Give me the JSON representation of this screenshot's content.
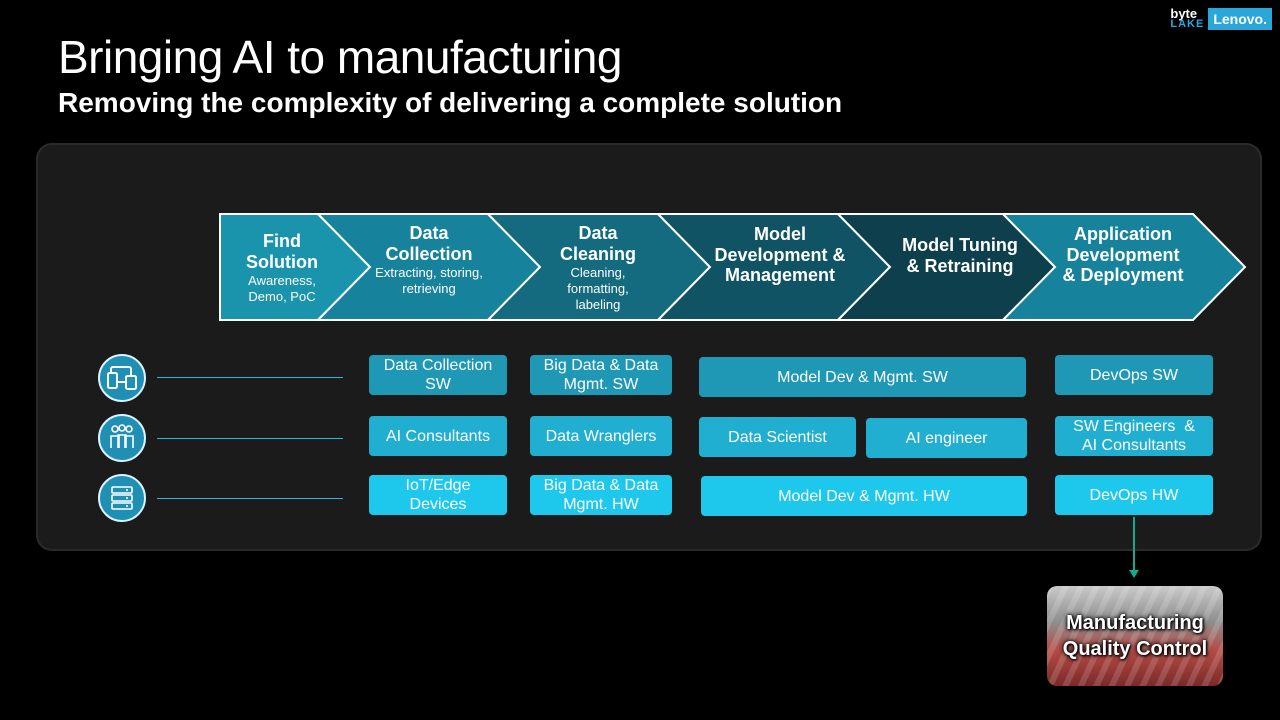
{
  "header": {
    "title": "Bringing AI to manufacturing",
    "subtitle": "Removing the complexity of delivering a complete solution"
  },
  "logos": {
    "byte": "byte",
    "lake": "LAKE",
    "lenovo": "Lenovo."
  },
  "colors": {
    "step_dark": "#0d3f4c",
    "step_mid": "#146a7e",
    "step_light": "#1a93ad",
    "row_sw": "#1f98b6",
    "row_people": "#20aed1",
    "row_hw": "#1ec8ed",
    "connector": "#1aa88d"
  },
  "steps": [
    {
      "title": "Find Solution",
      "desc": "Awareness, Demo, PoC"
    },
    {
      "title": "Data Collection",
      "desc": "Extracting, storing, retrieving"
    },
    {
      "title": "Data Cleaning",
      "desc": "Cleaning, formatting, labeling"
    },
    {
      "title": "Model Development & Management",
      "desc": ""
    },
    {
      "title": "Model Tuning & Retraining",
      "desc": ""
    },
    {
      "title": "Application Development & Deployment",
      "desc": ""
    }
  ],
  "rows": {
    "software": {
      "icon": "devices-icon",
      "items": [
        "Data Collection SW",
        "Big Data & Data Mgmt. SW",
        "Model Dev & Mgmt. SW",
        "DevOps SW"
      ]
    },
    "people": {
      "icon": "people-icon",
      "items": [
        "AI Consultants",
        "Data Wranglers",
        "Data Scientist",
        "AI engineer",
        "SW Engineers  & AI Consultants"
      ]
    },
    "hardware": {
      "icon": "server-icon",
      "items": [
        "IoT/Edge Devices",
        "Big Data & Data Mgmt. HW",
        "Model Dev & Mgmt. HW",
        "DevOps HW"
      ]
    }
  },
  "outcome": {
    "label": "Manufacturing Quality Control"
  }
}
